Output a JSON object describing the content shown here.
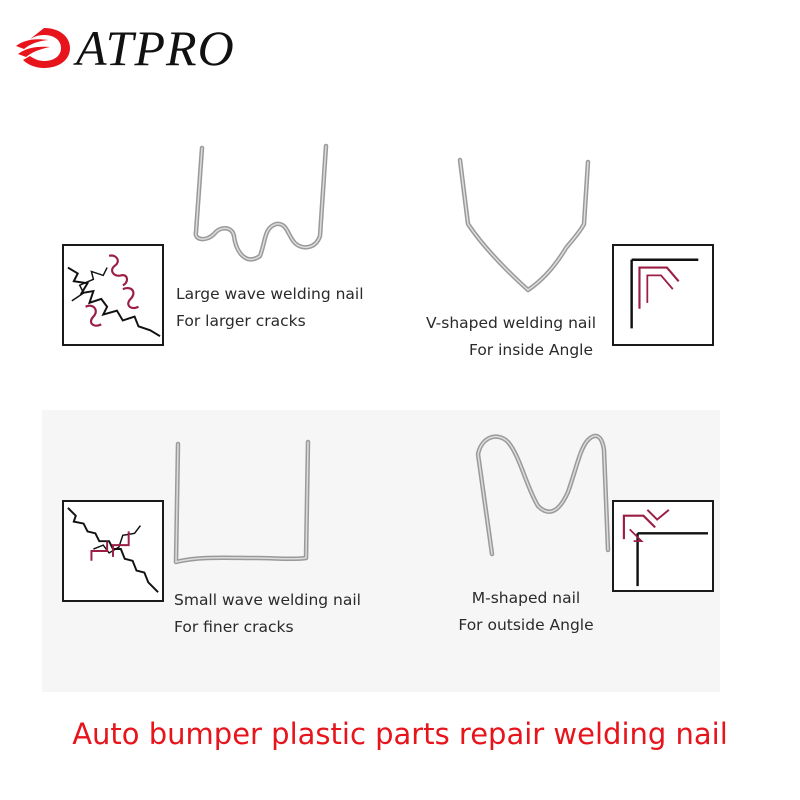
{
  "brand": {
    "name": "ATPRO",
    "logo_icon": "swoosh-d-logo",
    "accent_color": "#e8141c"
  },
  "products": [
    {
      "id": "large-wave",
      "name": "Large wave welding nail",
      "use": "For larger cracks",
      "diagram_icon": "crack-with-wave-nails-diagram"
    },
    {
      "id": "v-shaped",
      "name": "V-shaped welding nail",
      "use": "For inside Angle",
      "diagram_icon": "inside-angle-diagram"
    },
    {
      "id": "small-wave",
      "name": "Small wave welding nail",
      "use": "For finer cracks",
      "diagram_icon": "crack-with-small-nails-diagram"
    },
    {
      "id": "m-shaped",
      "name": "M-shaped nail",
      "use": "For outside Angle",
      "diagram_icon": "outside-angle-diagram"
    }
  ],
  "title": "Auto bumper plastic parts repair welding nail",
  "colors": {
    "title": "#e8141c",
    "wire": "#9a9a9a",
    "nail_in_diagram": "#9b1e45",
    "crack_line": "#111111"
  }
}
